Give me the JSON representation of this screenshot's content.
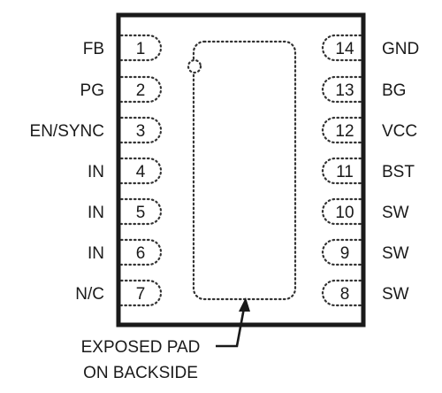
{
  "left_pins": [
    {
      "number": "1",
      "label": "FB"
    },
    {
      "number": "2",
      "label": "PG"
    },
    {
      "number": "3",
      "label": "EN/SYNC"
    },
    {
      "number": "4",
      "label": "IN"
    },
    {
      "number": "5",
      "label": "IN"
    },
    {
      "number": "6",
      "label": "IN"
    },
    {
      "number": "7",
      "label": "N/C"
    }
  ],
  "right_pins": [
    {
      "number": "14",
      "label": "GND"
    },
    {
      "number": "13",
      "label": "BG"
    },
    {
      "number": "12",
      "label": "VCC"
    },
    {
      "number": "11",
      "label": "BST"
    },
    {
      "number": "10",
      "label": "SW"
    },
    {
      "number": "9",
      "label": "SW"
    },
    {
      "number": "8",
      "label": "SW"
    }
  ],
  "exposed_pad": {
    "label_line1": "EXPOSED PAD",
    "label_line2": "ON BACKSIDE"
  },
  "colors": {
    "ink": "#1a1a1a",
    "dots": "#333333",
    "background": "#ffffff"
  }
}
